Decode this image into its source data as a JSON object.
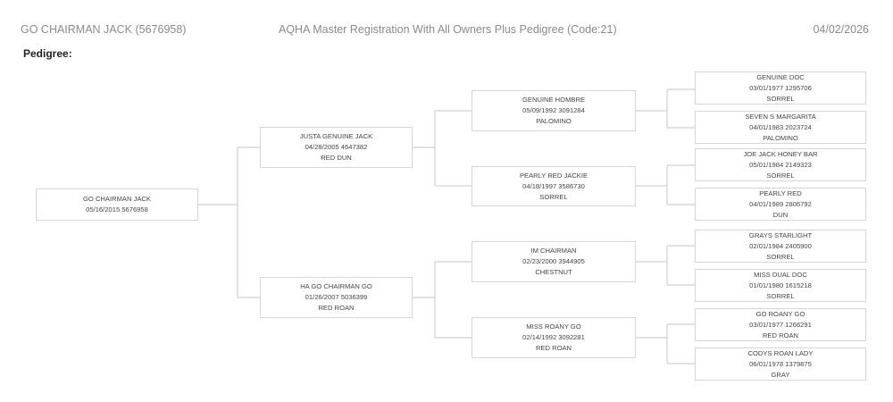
{
  "header": {
    "horse_title": "GO CHAIRMAN JACK (5676958)",
    "report_title": "AQHA Master Registration With All Owners Plus Pedigree (Code:21)",
    "date": "04/02/2026"
  },
  "section_title": "Pedigree:",
  "pedigree": {
    "subject": {
      "name": "GO CHAIRMAN JACK",
      "info": "05/16/2015 5676958",
      "color": ""
    },
    "sire": {
      "name": "JUSTA GENUINE JACK",
      "info": "04/28/2005 4647382",
      "color": "RED DUN"
    },
    "dam": {
      "name": "HA GO CHAIRMAN GO",
      "info": "01/26/2007 5036399",
      "color": "RED ROAN"
    },
    "sire_sire": {
      "name": "GENUINE HOMBRE",
      "info": "05/09/1992 3091284",
      "color": "PALOMINO"
    },
    "sire_dam": {
      "name": "PEARLY RED JACKIE",
      "info": "04/18/1997 3586730",
      "color": "SORREL"
    },
    "dam_sire": {
      "name": "IM CHAIRMAN",
      "info": "02/23/2000 3944905",
      "color": "CHESTNUT"
    },
    "dam_dam": {
      "name": "MISS ROANY GO",
      "info": "02/14/1992 3092281",
      "color": "RED ROAN"
    },
    "sss": {
      "name": "GENUINE DOC",
      "info": "03/01/1977 1295706",
      "color": "SORREL"
    },
    "ssd": {
      "name": "SEVEN S MARGARITA",
      "info": "04/01/1983 2023724",
      "color": "PALOMINO"
    },
    "sds": {
      "name": "JOE JACK HONEY BAR",
      "info": "05/01/1984 2149323",
      "color": "SORREL"
    },
    "sdd": {
      "name": "PEARLY RED",
      "info": "04/01/1989 2806792",
      "color": "DUN"
    },
    "dss": {
      "name": "GRAYS STARLIGHT",
      "info": "02/01/1984 2405900",
      "color": "SORREL"
    },
    "dsd": {
      "name": "MISS DUAL DOC",
      "info": "01/01/1980 1615218",
      "color": "SORREL"
    },
    "dds": {
      "name": "GO ROANY GO",
      "info": "03/01/1977 1266291",
      "color": "RED ROAN"
    },
    "ddd": {
      "name": "CODYS ROAN LADY",
      "info": "06/01/1978 1379875",
      "color": "GRAY"
    }
  }
}
